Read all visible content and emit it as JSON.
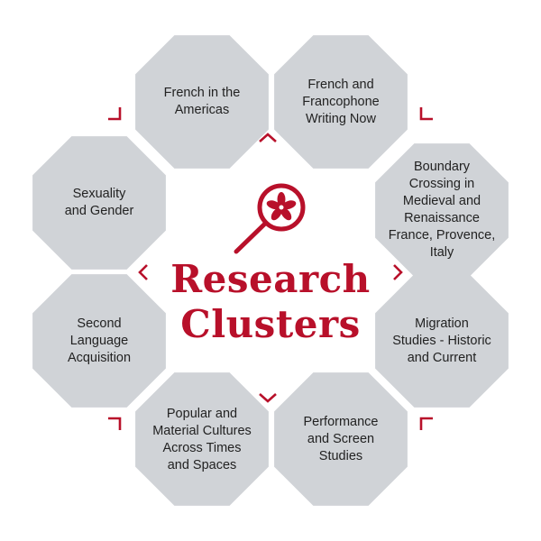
{
  "title": {
    "line1": "Research",
    "line2": "Clusters"
  },
  "clusters": [
    {
      "label": "French in the Americas"
    },
    {
      "label": "French and Francophone Writing Now"
    },
    {
      "label": "Boundary Crossing in Medieval and Renaissance France, Provence, Italy"
    },
    {
      "label": "Migration Studies - Historic and Current"
    },
    {
      "label": "Performance and Screen Studies"
    },
    {
      "label": "Popular and Material Cultures Across Times and Spaces"
    },
    {
      "label": "Second Language Acquisition"
    },
    {
      "label": "Sexuality and Gender"
    }
  ],
  "colors": {
    "accent": "#b8102a",
    "octagon_fill": "#d0d3d7",
    "text": "#222222"
  },
  "icons": {
    "center": "magnifying-glass-leaf-icon",
    "connectors": "chevron-icon"
  }
}
